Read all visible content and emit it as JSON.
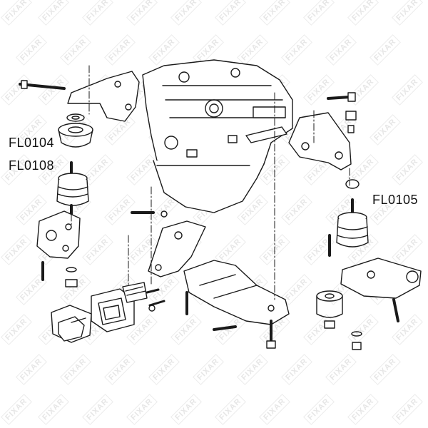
{
  "watermark": "FIXAR",
  "labels": {
    "part_a": "FL0104",
    "part_b": "FL0108",
    "part_c": "FL0105"
  }
}
